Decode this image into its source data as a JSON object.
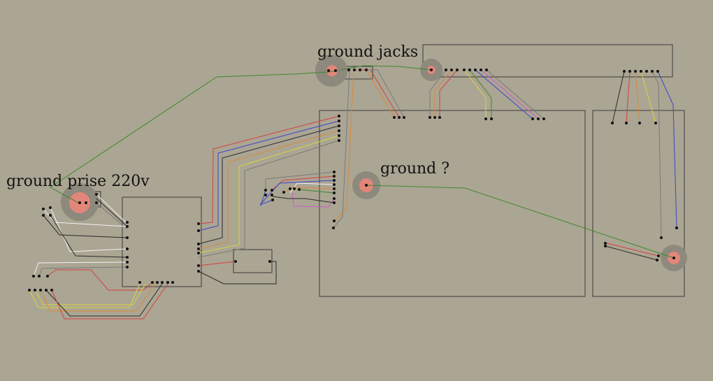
{
  "labels": {
    "ground_jacks": "ground jacks",
    "ground_prise": "ground prise 220v",
    "ground_question": "ground ?"
  },
  "colors": {
    "background": "#aba593",
    "ground_wire": "#3e8a2e",
    "ground_halo": "#8d897c",
    "ground_core": "#e2867a",
    "red": "#d64040",
    "orange": "#d98a3a",
    "yellow": "#d8d640",
    "blue": "#3a46cc",
    "white": "#f2f2f2",
    "magenta": "#cc5ccc",
    "gray": "#7a7a7a",
    "black": "#2a2a2a"
  }
}
